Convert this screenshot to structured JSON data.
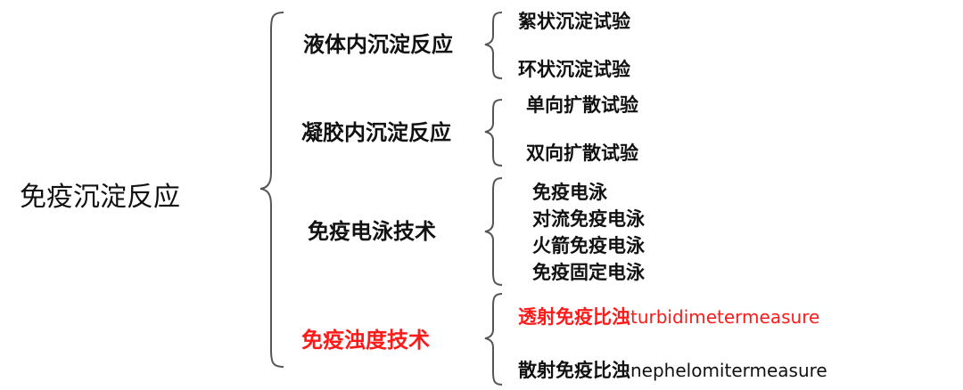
{
  "colors": {
    "text": "#111111",
    "highlight": "#ff1a1a",
    "brace": "#555555"
  },
  "root": {
    "label": "免疫沉淀反应"
  },
  "categories": [
    {
      "label": "液体内沉淀反应",
      "highlight": false,
      "items": [
        {
          "label": "絮状沉淀试验"
        },
        {
          "label": "环状沉淀试验"
        }
      ]
    },
    {
      "label": "凝胶内沉淀反应",
      "highlight": false,
      "items": [
        {
          "label": "单向扩散试验"
        },
        {
          "label": "双向扩散试验"
        }
      ]
    },
    {
      "label": "免疫电泳技术",
      "highlight": false,
      "items": [
        {
          "label": "免疫电泳"
        },
        {
          "label": "对流免疫电泳"
        },
        {
          "label": "火箭免疫电泳"
        },
        {
          "label": "免疫固定电泳"
        }
      ]
    },
    {
      "label": "免疫浊度技术",
      "highlight": true,
      "items": [
        {
          "label": "透射免疫比浊",
          "suffix": "turbidimetermeasure",
          "highlight": true
        },
        {
          "label": "散射免疫比浊",
          "suffix": "nephelomitermeasure",
          "highlight": false
        }
      ]
    }
  ]
}
